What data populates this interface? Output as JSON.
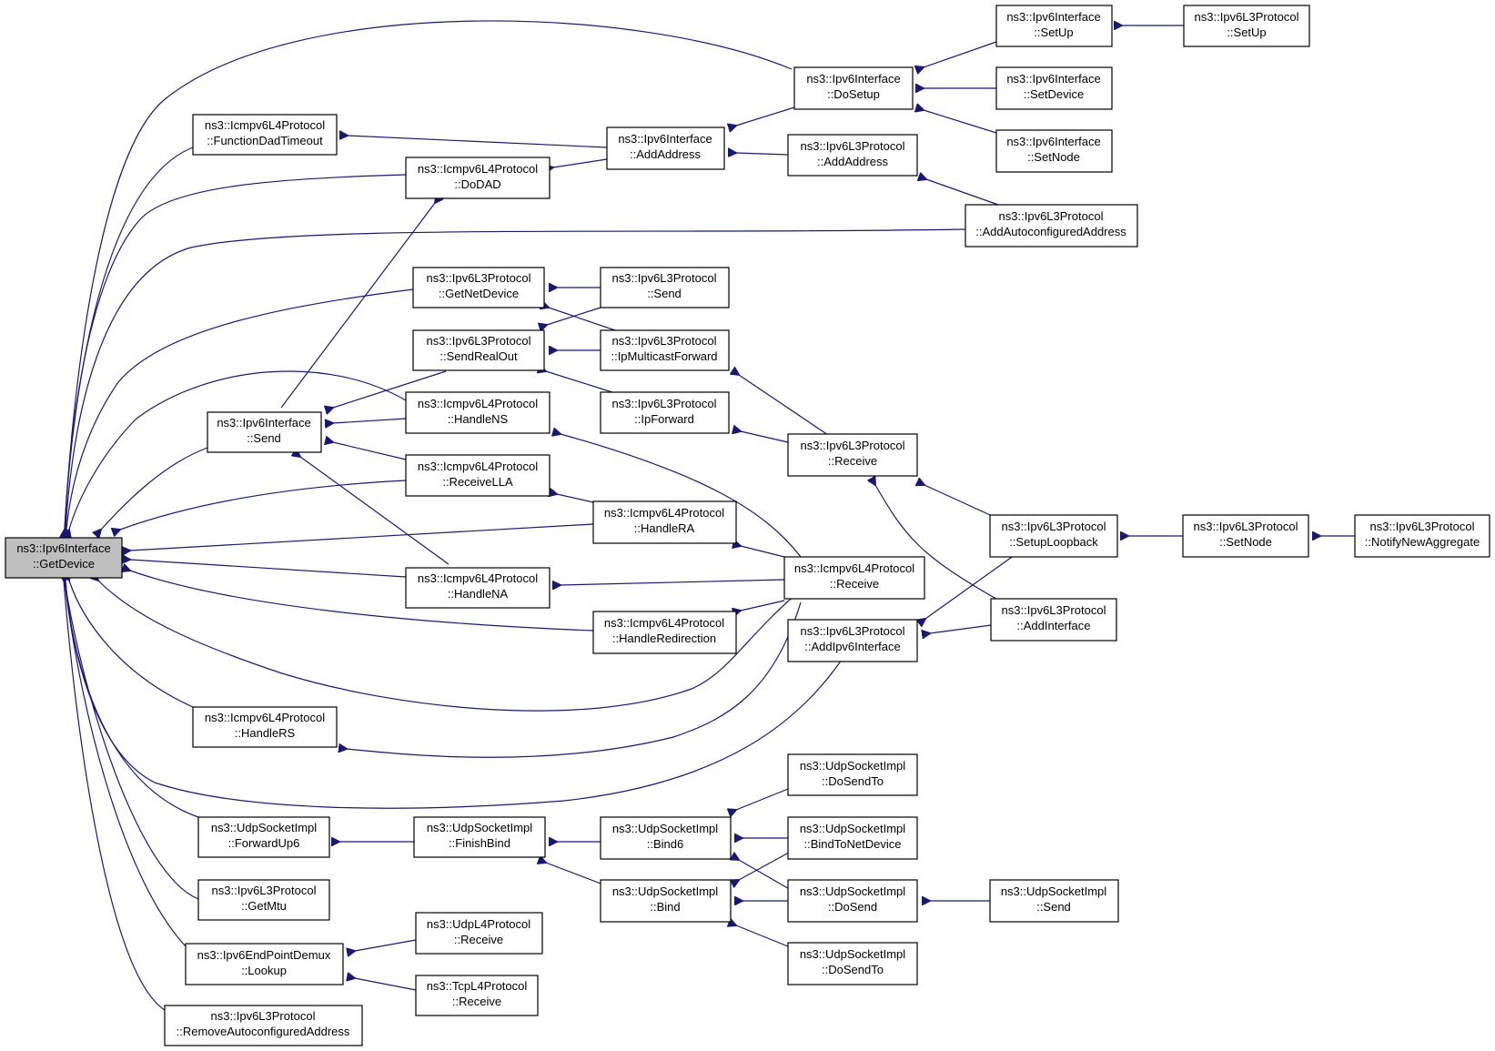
{
  "nodes": {
    "getdevice": [
      "ns3::Ipv6Interface",
      "::GetDevice"
    ],
    "function_dad_timeout": [
      "ns3::Icmpv6L4Protocol",
      "::FunctionDadTimeout"
    ],
    "dodad": [
      "ns3::Icmpv6L4Protocol",
      "::DoDAD"
    ],
    "getnetdevice": [
      "ns3::Ipv6L3Protocol",
      "::GetNetDevice"
    ],
    "sendrealout": [
      "ns3::Ipv6L3Protocol",
      "::SendRealOut"
    ],
    "ipv6if_send": [
      "ns3::Ipv6Interface",
      "::Send"
    ],
    "handle_ns": [
      "ns3::Icmpv6L4Protocol",
      "::HandleNS"
    ],
    "receive_lla": [
      "ns3::Icmpv6L4Protocol",
      "::ReceiveLLA"
    ],
    "handle_na": [
      "ns3::Icmpv6L4Protocol",
      "::HandleNA"
    ],
    "handle_rs": [
      "ns3::Icmpv6L4Protocol",
      "::HandleRS"
    ],
    "fwd_up6": [
      "ns3::UdpSocketImpl",
      "::ForwardUp6"
    ],
    "get_mtu": [
      "ns3::Ipv6L3Protocol",
      "::GetMtu"
    ],
    "lookup": [
      "ns3::Ipv6EndPointDemux",
      "::Lookup"
    ],
    "remove_autoconf": [
      "ns3::Ipv6L3Protocol",
      "::RemoveAutoconfiguredAddress"
    ],
    "if_addaddress": [
      "ns3::Ipv6Interface",
      "::AddAddress"
    ],
    "l3_send": [
      "ns3::Ipv6L3Protocol",
      "::Send"
    ],
    "ip_mcast_fwd": [
      "ns3::Ipv6L3Protocol",
      "::IpMulticastForward"
    ],
    "ip_forward": [
      "ns3::Ipv6L3Protocol",
      "::IpForward"
    ],
    "handle_ra": [
      "ns3::Icmpv6L4Protocol",
      "::HandleRA"
    ],
    "handle_redirection": [
      "ns3::Icmpv6L4Protocol",
      "::HandleRedirection"
    ],
    "finish_bind": [
      "ns3::UdpSocketImpl",
      "::FinishBind"
    ],
    "udp4_receive": [
      "ns3::UdpL4Protocol",
      "::Receive"
    ],
    "tcp4_receive": [
      "ns3::TcpL4Protocol",
      "::Receive"
    ],
    "bind6": [
      "ns3::UdpSocketImpl",
      "::Bind6"
    ],
    "bind": [
      "ns3::UdpSocketImpl",
      "::Bind"
    ],
    "dosetup": [
      "ns3::Ipv6Interface",
      "::DoSetup"
    ],
    "l3_addaddress": [
      "ns3::Ipv6L3Protocol",
      "::AddAddress"
    ],
    "l3_receive": [
      "ns3::Ipv6L3Protocol",
      "::Receive"
    ],
    "icmp_receive": [
      "ns3::Icmpv6L4Protocol",
      "::Receive"
    ],
    "add_ipv6if": [
      "ns3::Ipv6L3Protocol",
      "::AddIpv6Interface"
    ],
    "dosendto1": [
      "ns3::UdpSocketImpl",
      "::DoSendTo"
    ],
    "bind_to_netdev": [
      "ns3::UdpSocketImpl",
      "::BindToNetDevice"
    ],
    "dosend": [
      "ns3::UdpSocketImpl",
      "::DoSend"
    ],
    "dosendto2": [
      "ns3::UdpSocketImpl",
      "::DoSendTo"
    ],
    "if_setup": [
      "ns3::Ipv6Interface",
      "::SetUp"
    ],
    "if_setdevice": [
      "ns3::Ipv6Interface",
      "::SetDevice"
    ],
    "if_setnode": [
      "ns3::Ipv6Interface",
      "::SetNode"
    ],
    "add_autoconf": [
      "ns3::Ipv6L3Protocol",
      "::AddAutoconfiguredAddress"
    ],
    "setup_loopback": [
      "ns3::Ipv6L3Protocol",
      "::SetupLoopback"
    ],
    "add_interface": [
      "ns3::Ipv6L3Protocol",
      "::AddInterface"
    ],
    "udp_send": [
      "ns3::UdpSocketImpl",
      "::Send"
    ],
    "l3_setup": [
      "ns3::Ipv6L3Protocol",
      "::SetUp"
    ],
    "l3_setnode": [
      "ns3::Ipv6L3Protocol",
      "::SetNode"
    ],
    "notify_new_agg": [
      "ns3::Ipv6L3Protocol",
      "::NotifyNewAggregate"
    ]
  },
  "colors": {
    "edge": "#191970",
    "root_fill": "#bfbfbf",
    "node_fill": "#ffffff",
    "node_border": "#000000"
  }
}
